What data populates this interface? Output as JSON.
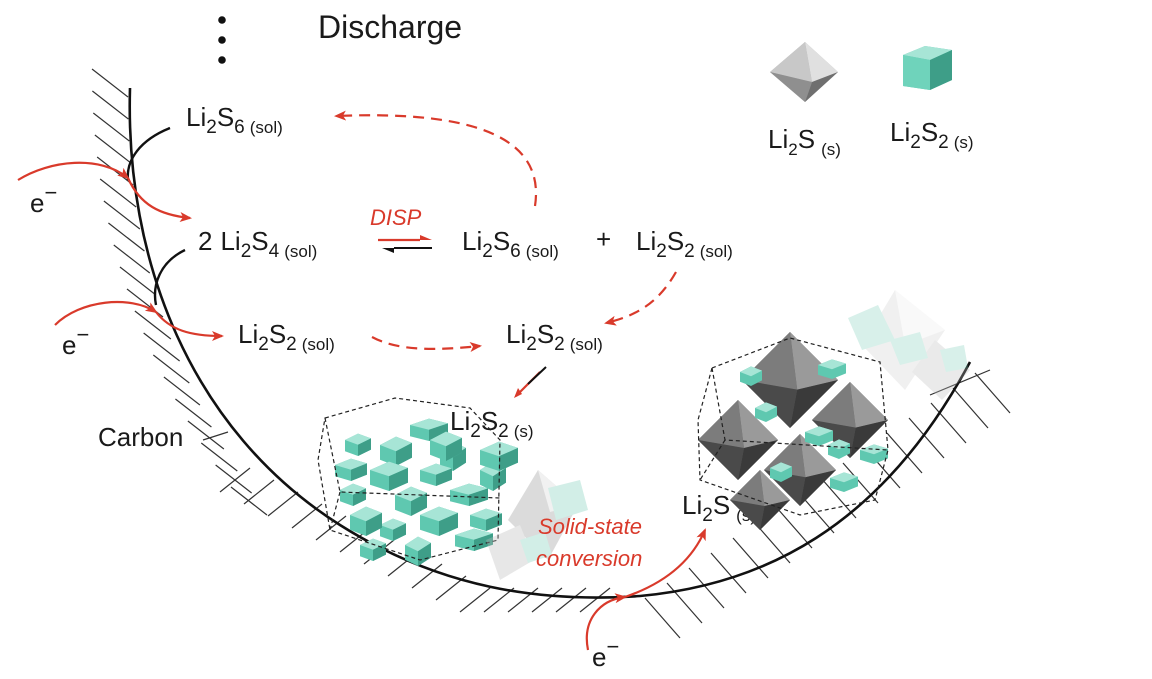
{
  "title": "Discharge",
  "legend": {
    "li2s_formula": [
      "Li",
      "2",
      "S"
    ],
    "li2s_phase": "(s)",
    "li2s2_formula": [
      "Li",
      "2",
      "S",
      "2"
    ],
    "li2s2_phase": "(s)",
    "colors": {
      "li2s": "#8a8a8a",
      "li2s2": "#5fc8b0"
    }
  },
  "electrons": {
    "symbol": "e",
    "charge": "−"
  },
  "species": {
    "li2s6_top": {
      "parts": [
        "Li",
        "2",
        "S",
        "6"
      ],
      "phase": "(sol)"
    },
    "li2s4": {
      "coef": "2",
      "parts": [
        "Li",
        "2",
        "S",
        "4"
      ],
      "phase": "(sol)"
    },
    "li2s6_right": {
      "parts": [
        "Li",
        "2",
        "S",
        "6"
      ],
      "phase": "(sol)"
    },
    "plus": "+",
    "li2s2_right": {
      "parts": [
        "Li",
        "2",
        "S",
        "2"
      ],
      "phase": "(sol)"
    },
    "li2s2_left": {
      "parts": [
        "Li",
        "2",
        "S",
        "2"
      ],
      "phase": "(sol)"
    },
    "li2s2_center": {
      "parts": [
        "Li",
        "2",
        "S",
        "2"
      ],
      "phase": "(sol)"
    },
    "li2s2_solid": {
      "parts": [
        "Li",
        "2",
        "S",
        "2"
      ],
      "phase": "(s)"
    },
    "li2s_solid": {
      "parts": [
        "Li",
        "2",
        "S"
      ],
      "phase": "(s)"
    }
  },
  "disp_label": "DISP",
  "carbon_label": "Carbon",
  "solid_state_label": [
    "Solid-state",
    "conversion"
  ],
  "colors": {
    "arrow_red": "#d93a2b",
    "line": "#111111",
    "teal": "#5fc8b0",
    "grey": "#7a7a7a"
  }
}
